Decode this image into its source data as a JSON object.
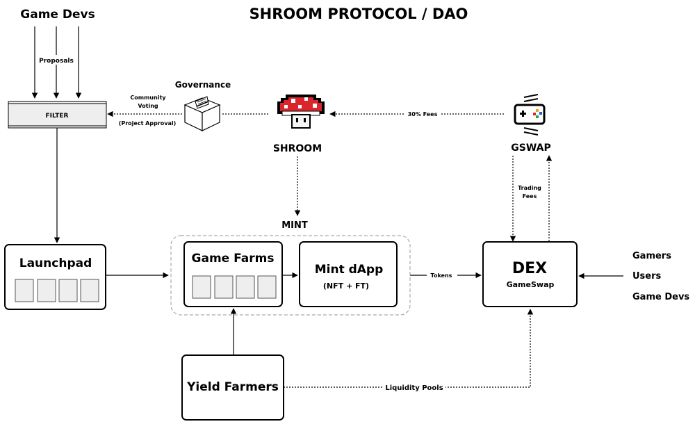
{
  "title": "SHROOM PROTOCOL / DAO",
  "nodes": {
    "game_devs_top": "Game Devs",
    "proposals": "Proposals",
    "filter": "FILTER",
    "governance": "Governance",
    "community_voting_1": "Community",
    "community_voting_2": "Voting",
    "project_approval": "(Project Approval)",
    "shroom": "SHROOM",
    "fees_30": "30% Fees",
    "gswap": "GSWAP",
    "trading_fees_1": "Trading",
    "trading_fees_2": "Fees",
    "mint": "MINT",
    "launchpad": "Launchpad",
    "game_farms": "Game Farms",
    "mint_dapp": "Mint dApp",
    "mint_dapp_sub": "(NFT + FT)",
    "tokens": "Tokens",
    "dex": "DEX",
    "dex_sub": "GameSwap",
    "gamers": "Gamers",
    "users": "Users",
    "game_devs_right": "Game Devs",
    "yield_farmers": "Yield Farmers",
    "liquidity_pools": "Liquidity Pools"
  }
}
